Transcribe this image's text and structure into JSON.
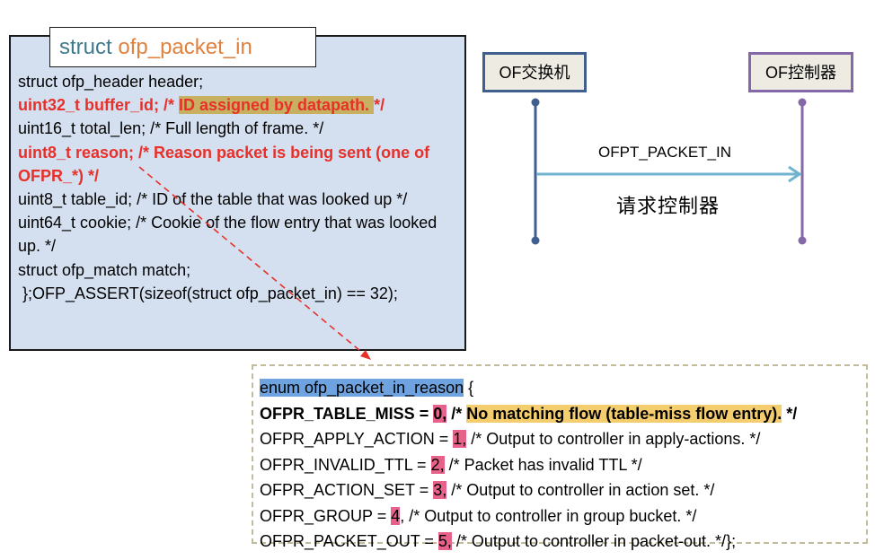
{
  "struct": {
    "title_keyword": "struct",
    "title_name": "ofp_packet_in",
    "lines": {
      "l0": "struct ofp_header header;",
      "l1_a": "uint32_t buffer_id; /* ",
      "l1_b": "ID assigned by datapath. ",
      "l1_c": "*/",
      "l2": "uint16_t total_len; /* Full length of frame. */",
      "l3": "uint8_t reason; /* Reason packet is being sent (one of OFPR_*) */",
      "l4": "uint8_t table_id; /* ID of the table that was looked up */",
      "l5": "uint64_t cookie; /* Cookie of the flow entry that was looked up. */",
      "l6": "struct ofp_match match;",
      "l7": " };OFP_ASSERT(sizeof(struct ofp_packet_in) == 32);"
    }
  },
  "sequence": {
    "actor_left": "OF交换机",
    "actor_right": "OF控制器",
    "message": "OFPT_PACKET_IN",
    "message_desc": "请求控制器",
    "colors": {
      "left": "#3f5f8f",
      "right": "#8468a8",
      "arrow": "#6fb3cf"
    }
  },
  "enum": {
    "header_a": "enum ofp_packet_in_reason",
    "header_b": " {",
    "entries": [
      {
        "name": "OFPR_TABLE_MISS = ",
        "value": "0,",
        "comment_a": " /* ",
        "comment_b": "No matching flow (table-miss flow entry).",
        "comment_c": " */"
      },
      {
        "name": "OFPR_APPLY_ACTION = ",
        "value": "1,",
        "comment": " /* Output to controller in apply-actions. */"
      },
      {
        "name": "OFPR_INVALID_TTL = ",
        "value": "2,",
        "comment": " /* Packet has invalid TTL */"
      },
      {
        "name": "OFPR_ACTION_SET = ",
        "value": "3,",
        "comment": " /* Output to controller in action set. */"
      },
      {
        "name": "OFPR_GROUP = ",
        "value": "4",
        "comment": ", /* Output to controller in group bucket. */"
      },
      {
        "name": "OFPR_PACKET_OUT = ",
        "value": "5,",
        "comment": " /* Output to controller in packet-out. */};"
      }
    ]
  }
}
